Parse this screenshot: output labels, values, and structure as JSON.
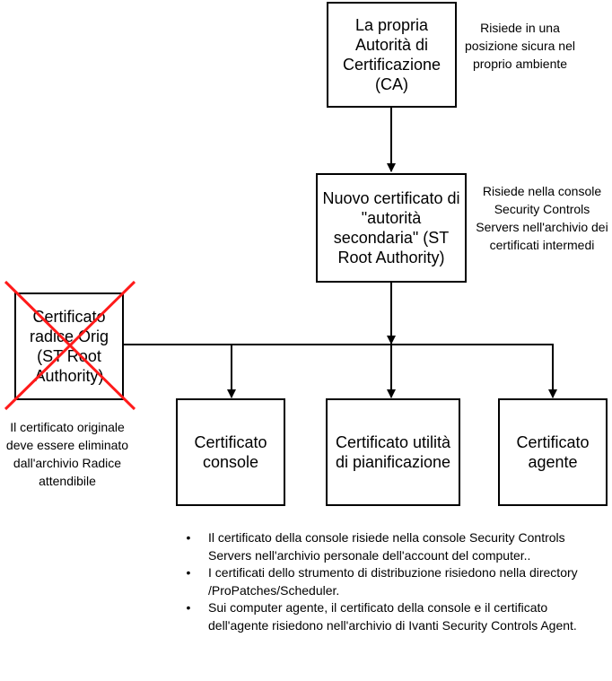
{
  "nodes": {
    "ca": "La propria Autorità di Certificazione (CA)",
    "sub_ca": "Nuovo certificato di \"autorità secondaria\" (ST Root Authority)",
    "orig_root": "Certificato radice Orig (ST Root Authority)",
    "console": "Certificato console",
    "scheduler": "Certificato utilità di pianificazione",
    "agent": "Certificato agente"
  },
  "notes": {
    "ca": "Risiede in una posizione sicura nel proprio ambiente",
    "sub_ca": "Risiede nella console Security Controls Servers nell'archivio dei certificati intermedi",
    "orig_root": "Il certificato originale deve essere eliminato dall'archivio Radice attendibile"
  },
  "bullets": [
    "Il certificato della console risiede nella console Security Controls Servers nell'archivio personale dell'account del computer..",
    "I certificati dello strumento di distribuzione risiedono nella directory /ProPatches/Scheduler.",
    "Sui computer agente, il certificato della console e il certificato dell'agente risiedono nell'archivio di Ivanti Security Controls Agent."
  ],
  "bullet_symbol": "•",
  "colors": {
    "line": "#000000",
    "cross": "#ff1a1a"
  }
}
